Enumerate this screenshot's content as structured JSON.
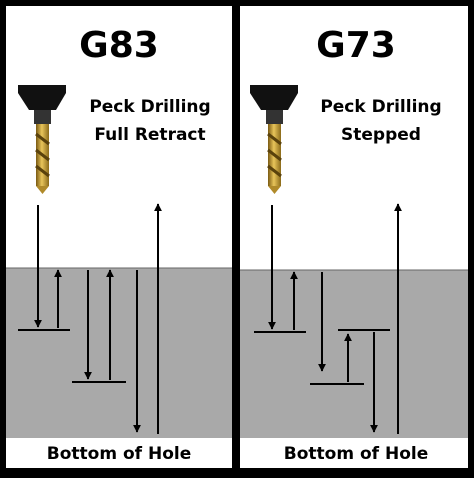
{
  "colors": {
    "frame": "#000000",
    "panel_background": "#ffffff",
    "material": "#a9a9a9",
    "line": "#000000",
    "drill_gold": "#c9a227"
  },
  "panels": [
    {
      "code": "G83",
      "title_line1": "Peck Drilling",
      "title_line2": "Full Retract",
      "footer": "Bottom of Hole",
      "icon": "drill-bit-icon"
    },
    {
      "code": "G73",
      "title_line1": "Peck Drilling",
      "title_line2": "Stepped",
      "footer": "Bottom of Hole",
      "icon": "drill-bit-icon"
    }
  ]
}
